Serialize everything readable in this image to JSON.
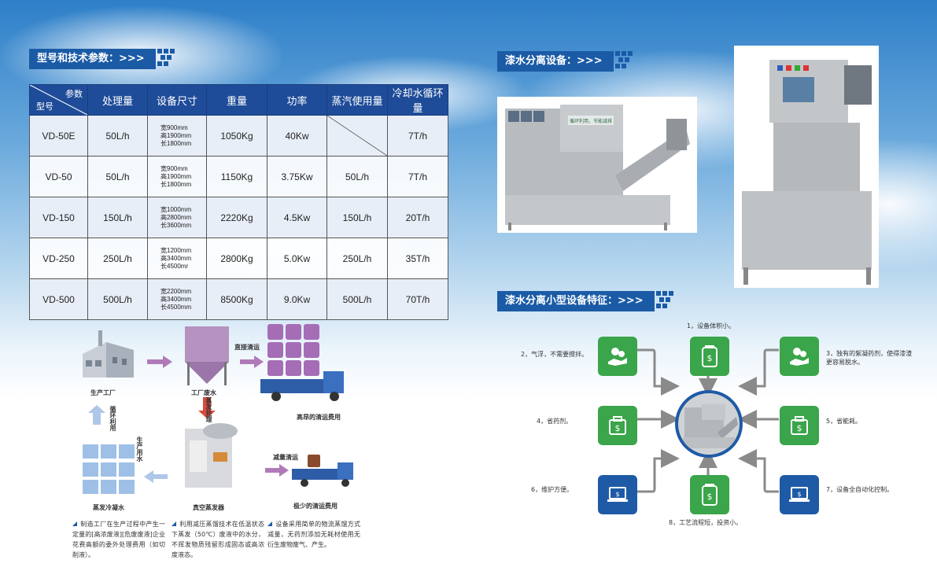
{
  "left_section": {
    "title": "型号和技术参数：>>>"
  },
  "table": {
    "corner_top": "参数",
    "corner_bottom": "型号",
    "headers": [
      "处理量",
      "设备尺寸",
      "重量",
      "功率",
      "蒸汽使用量",
      "冷却水循环量"
    ],
    "rows": [
      {
        "model": "VD-50E",
        "capacity": "50L/h",
        "size": [
          "宽900mm",
          "高1900mm",
          "长1800mm"
        ],
        "weight": "1050Kg",
        "power": "40Kw",
        "steam": "",
        "cooling": "7T/h"
      },
      {
        "model": "VD-50",
        "capacity": "50L/h",
        "size": [
          "宽900mm",
          "高1900mm",
          "长1800mm"
        ],
        "weight": "1150Kg",
        "power": "3.75Kw",
        "steam": "50L/h",
        "cooling": "7T/h"
      },
      {
        "model": "VD-150",
        "capacity": "150L/h",
        "size": [
          "宽1000mm",
          "高2800mm",
          "长3600mm"
        ],
        "weight": "2220Kg",
        "power": "4.5Kw",
        "steam": "150L/h",
        "cooling": "20T/h"
      },
      {
        "model": "VD-250",
        "capacity": "250L/h",
        "size": [
          "宽1200mm",
          "高3400mm",
          "长4500mr"
        ],
        "weight": "2800Kg",
        "power": "5.0Kw",
        "steam": "250L/h",
        "cooling": "35T/h"
      },
      {
        "model": "VD-500",
        "capacity": "500L/h",
        "size": [
          "宽2200mm",
          "高3400mm",
          "长4500mm"
        ],
        "weight": "8500Kg",
        "power": "9.0Kw",
        "steam": "500L/h",
        "cooling": "70T/h"
      }
    ]
  },
  "flow": {
    "factory": "生产工厂",
    "waste_water": "工厂废水",
    "direct_transport": "直接清运",
    "high_cost": "高昂的清运费用",
    "evap_distilled": "蒸发冷凝水",
    "vacuum_evaporator": "真空蒸发器",
    "reduced_transport": "减量清运",
    "low_cost": "极少的清运费用",
    "production_water": "生产用水",
    "recycle": "循环利用",
    "evaporate": "蒸发处理"
  },
  "notes": [
    "制造工厂在生产过程中产生一定量的[高浓废液][危废废液]企业花费高额的委外处理费用（如切削液）。",
    "利用减压蒸馏技术在低温状态下蒸发（50℃）废液中的水分，不挥发物质残留形成固态或高浓度液态。",
    "设备采用简单的物流蒸馏方式减量，无药剂添加无耗材使用无衍生废物废气、产生。"
  ],
  "right_section": {
    "title": "漆水分离设备：>>>",
    "photo_sign": "循环利用，节能减排"
  },
  "features_section": {
    "title": "漆水分离小型设备特征：>>>",
    "items": [
      {
        "label": "1，设备体积小。",
        "icon": "dollar-jar-icon",
        "color": "green"
      },
      {
        "label": "2，气浮，不需要搅拌。",
        "icon": "coins-hand-icon",
        "color": "green"
      },
      {
        "label": "3，独有的絮凝药剂，使得漆渣更容易脱水。",
        "icon": "coins-hand-icon",
        "color": "green"
      },
      {
        "label": "4，省药剂。",
        "icon": "money-bag-icon",
        "color": "green"
      },
      {
        "label": "5，省能耗。",
        "icon": "money-bag-icon",
        "color": "green"
      },
      {
        "label": "6，维护方便。",
        "icon": "laptop-icon",
        "color": "blue"
      },
      {
        "label": "7，设备全自动化控制。",
        "icon": "laptop-icon",
        "color": "blue"
      },
      {
        "label": "8，工艺流程短，投资小。",
        "icon": "dollar-jar-icon",
        "color": "green"
      }
    ]
  },
  "colors": {
    "brand_blue": "#1b5ba6",
    "table_header": "#1f4c99",
    "icon_green": "#3aa54a",
    "arrow_gray": "#8a8a8a",
    "flow_arrow": "#b07ab8"
  }
}
